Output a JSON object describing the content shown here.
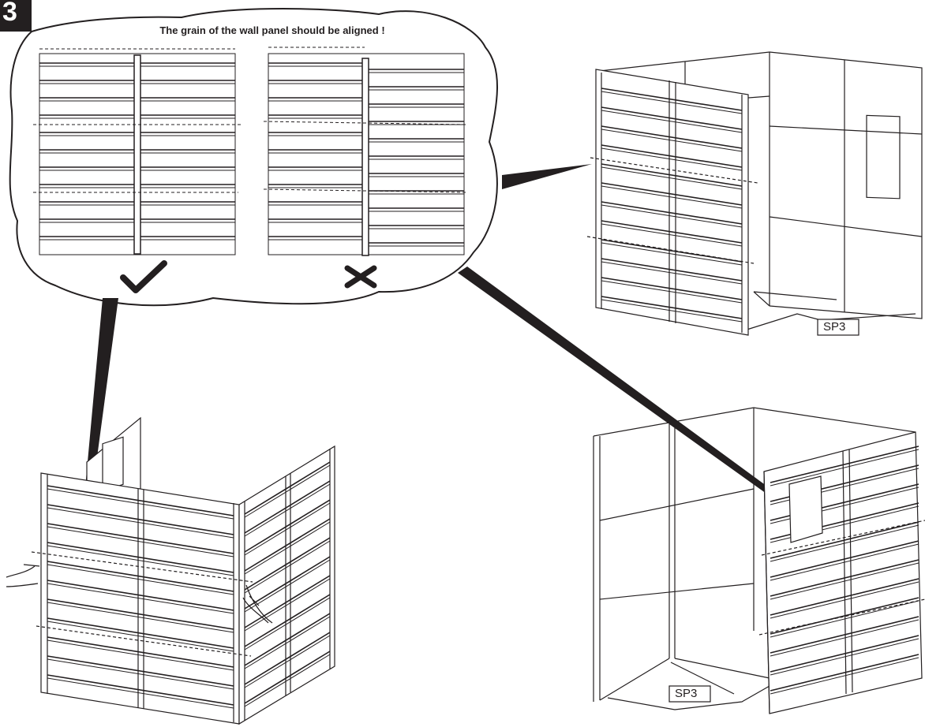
{
  "step": {
    "number": "3"
  },
  "callout": {
    "title": "The grain of the wall panel should be aligned !",
    "correct_icon": "check-mark-icon",
    "incorrect_icon": "cross-mark-icon"
  },
  "labels": {
    "sp3_top": "SP3",
    "sp3_bottom": "SP3"
  }
}
